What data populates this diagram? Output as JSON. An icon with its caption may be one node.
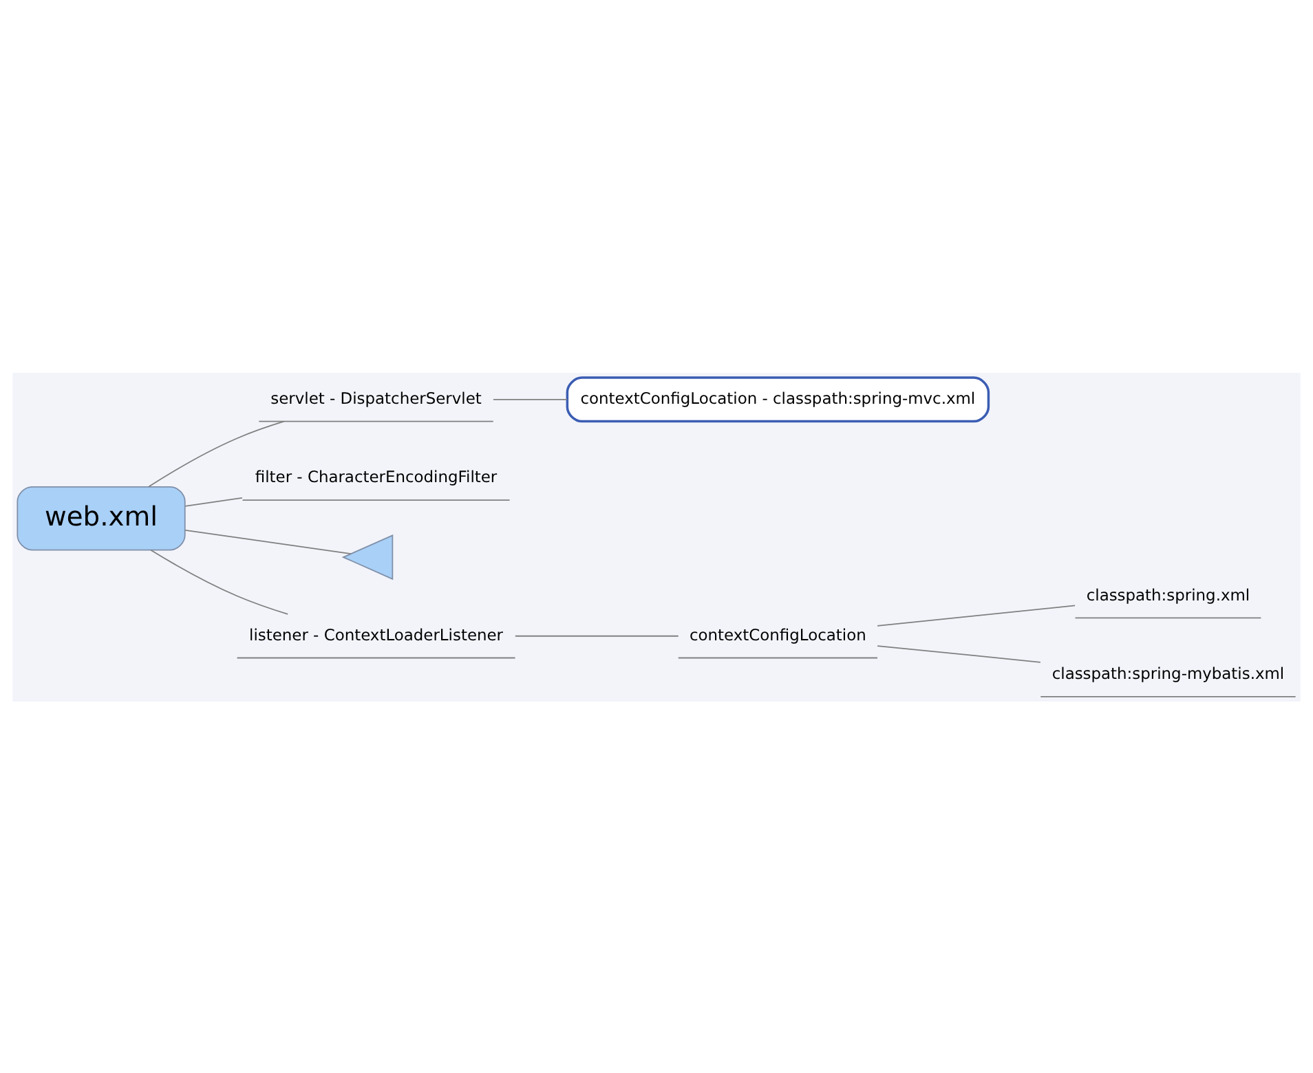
{
  "diagram": {
    "nodes": [
      {
        "text": [
          "web.xml"
        ]
      },
      {
        "text": [
          "servlet - DispatcherServlet"
        ]
      },
      {
        "text": [
          "contextConfigLocation - classpath:spring-mvc.xml"
        ]
      },
      {
        "text": [
          "filter - CharacterEncodingFilter"
        ]
      },
      {
        "text": [],
        "shape": "triangle"
      },
      {
        "text": [
          "listener - ContextLoaderListener"
        ]
      },
      {
        "text": [
          "contextConfigLocation"
        ]
      },
      {
        "text": [
          "classpath:spring.xml"
        ]
      },
      {
        "text": [
          "classpath:spring-mybatis.xml"
        ]
      }
    ],
    "edges": [
      {
        "from": 0,
        "to": 4,
        "arrow": "none"
      },
      {
        "from": 0,
        "to": 1,
        "arrow": "none"
      },
      {
        "from": 1,
        "to": 2,
        "arrow": "none"
      },
      {
        "from": 0,
        "to": 3,
        "arrow": "none"
      },
      {
        "from": 0,
        "to": 5,
        "arrow": "none"
      },
      {
        "from": 5,
        "to": 6,
        "arrow": "none"
      },
      {
        "from": 6,
        "to": 7,
        "arrow": "none"
      },
      {
        "from": 6,
        "to": 8,
        "arrow": "none"
      }
    ]
  }
}
